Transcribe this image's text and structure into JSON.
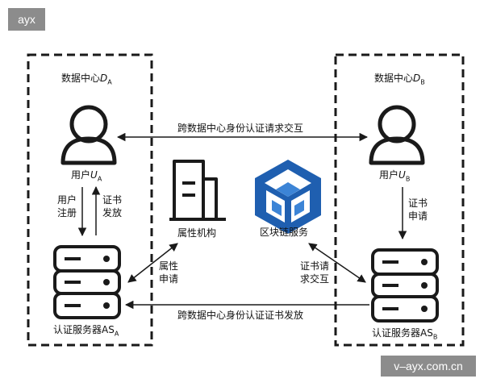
{
  "watermark": {
    "top_left": "ayx",
    "bottom_right": "v–ayx.com.cn"
  },
  "left": {
    "title": "数据中心",
    "title_var": "D",
    "title_sub": "A",
    "user_label": "用户",
    "user_var": "U",
    "user_sub": "A",
    "arrow_down_label": "用户注册",
    "arrow_up_label": "证书发放",
    "server_label": "认证服务器AS",
    "server_sub": "A"
  },
  "right": {
    "title": "数据中心",
    "title_var": "D",
    "title_sub": "B",
    "user_label": "用户",
    "user_var": "U",
    "user_sub": "B",
    "arrow_label": "证书申请",
    "server_label": "认证服务器AS",
    "server_sub": "B"
  },
  "center": {
    "attr_org_label": "属性机构",
    "blockchain_label": "区块链服务",
    "attr_request_label": "属性申请",
    "cert_request_label": "证书请求交互"
  },
  "edges": {
    "top_label": "跨数据中心身份认证请求交互",
    "bottom_label": "跨数据中心身份认证证书发放"
  },
  "colors": {
    "stroke": "#1a1a1a",
    "blockchain": "#1f5fb0",
    "blockchain_light": "#3c84d6"
  }
}
